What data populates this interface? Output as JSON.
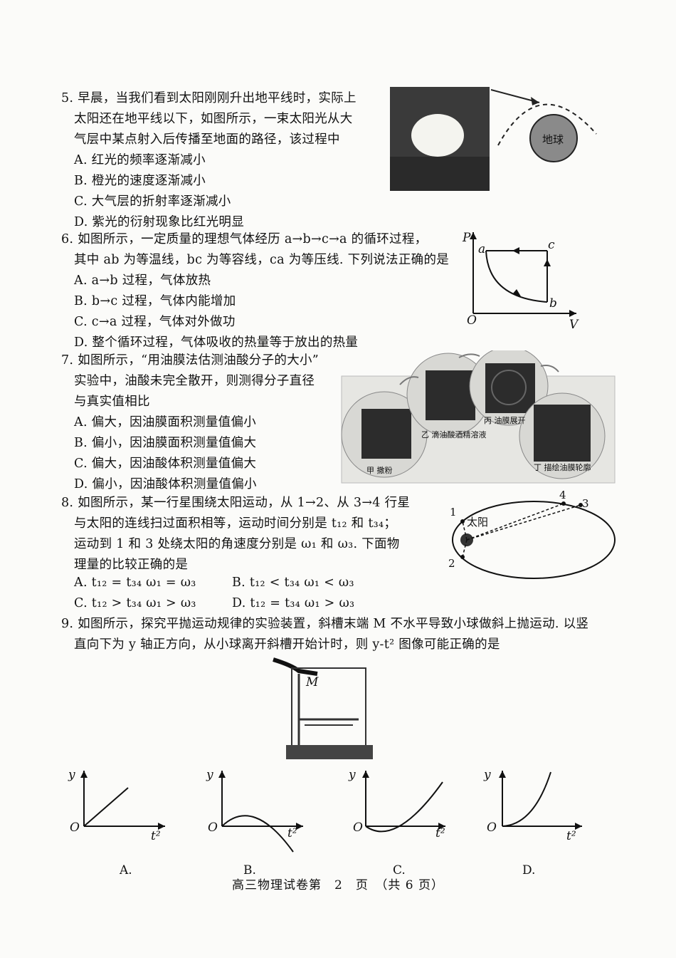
{
  "q5": {
    "lines": [
      "5. 早晨，当我们看到太阳刚刚升出地平线时，实际上",
      "太阳还在地平线以下，如图所示，一束太阳光从大",
      "气层中某点射入后传播至地面的路径，该过程中"
    ],
    "options": [
      "A. 红光的频率逐渐减小",
      "B. 橙光的速度逐渐减小",
      "C. 大气层的折射率逐渐减小",
      "D. 紫光的衍射现象比红光明显"
    ],
    "figure_label": "地球"
  },
  "q6": {
    "lines": [
      "6. 如图所示，一定质量的理想气体经历 a→b→c→a 的循环过程，",
      "其中 ab 为等温线，bc 为等容线，ca 为等压线. 下列说法正确的是"
    ],
    "options": [
      "A. a→b 过程，气体放热",
      "B. b→c 过程，气体内能增加",
      "C. c→a 过程，气体对外做功",
      "D. 整个循环过程，气体吸收的热量等于放出的热量"
    ],
    "axis_p": "P",
    "axis_v": "V",
    "origin": "O",
    "pt_a": "a",
    "pt_b": "b",
    "pt_c": "c"
  },
  "q7": {
    "lines": [
      "7. 如图所示，“用油膜法估测油酸分子的大小”",
      "实验中，油酸未完全散开，则测得分子直径",
      "与真实值相比"
    ],
    "options": [
      "A. 偏大，因油膜面积测量值偏小",
      "B. 偏小，因油膜面积测量值偏大",
      "C. 偏大，因油酸体积测量值偏大",
      "D. 偏小，因油酸体积测量值偏小"
    ],
    "captions": [
      "甲 撒粉",
      "乙 滴油酸酒精溶液",
      "丙 油膜展开",
      "丁 描绘油膜轮廓"
    ]
  },
  "q8": {
    "lines": [
      "8. 如图所示，某一行星围绕太阳运动，从 1→2、从 3→4 行星",
      "与太阳的连线扫过面积相等，运动时间分别是 t₁₂ 和 t₃₄；",
      "运动到 1 和 3 处绕太阳的角速度分别是 ω₁ 和 ω₃. 下面物",
      "理量的比较正确的是"
    ],
    "options": [
      "A. t₁₂ = t₃₄    ω₁ = ω₃",
      "B. t₁₂ < t₃₄    ω₁ < ω₃",
      "C. t₁₂ > t₃₄    ω₁ > ω₃",
      "D. t₁₂ = t₃₄    ω₁ > ω₃"
    ],
    "sun_label": "太阳",
    "points": [
      "1",
      "2",
      "3",
      "4"
    ]
  },
  "q9": {
    "lines": [
      "9. 如图所示，探究平抛运动规律的实验装置，斜槽末端 M 不水平导致小球做斜上抛运动. 以竖",
      "直向下为 y 轴正方向，从小球离开斜槽开始计时，则 y-t² 图像可能正确的是"
    ],
    "apparatus_label": "M",
    "graphs": [
      {
        "label": "A.",
        "y": "y",
        "x": "t²",
        "o": "O"
      },
      {
        "label": "B.",
        "y": "y",
        "x": "t²",
        "o": "O"
      },
      {
        "label": "C.",
        "y": "y",
        "x": "t²",
        "o": "O"
      },
      {
        "label": "D.",
        "y": "y",
        "x": "t²",
        "o": "O"
      }
    ]
  },
  "footer": "高三物理试卷第　2　页　（共 6 页）"
}
